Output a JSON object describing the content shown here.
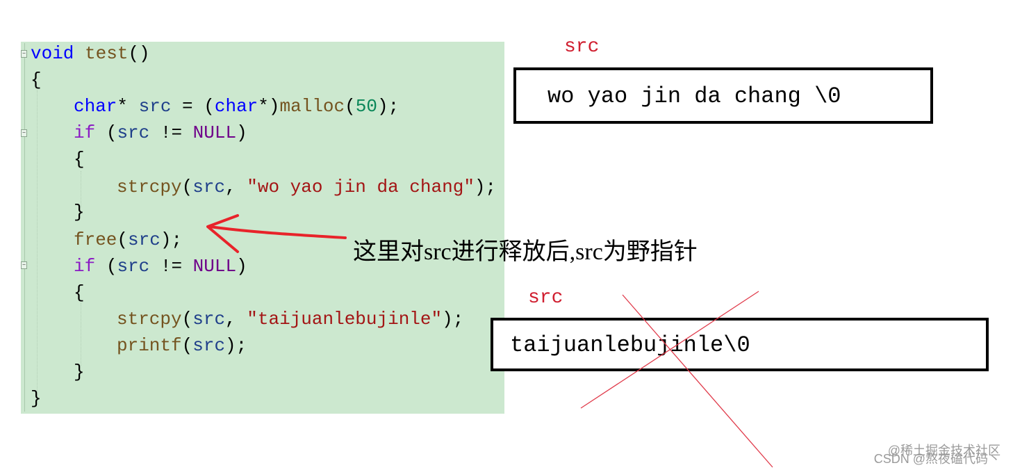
{
  "code": {
    "lines": [
      {
        "parts": [
          {
            "t": "void",
            "c": "kw"
          },
          {
            "t": " "
          },
          {
            "t": "test",
            "c": "fn"
          },
          {
            "t": "()"
          }
        ]
      },
      {
        "parts": [
          {
            "t": "{"
          }
        ]
      },
      {
        "parts": [
          {
            "t": "char",
            "c": "kw"
          },
          {
            "t": "* "
          },
          {
            "t": "src",
            "c": "id"
          },
          {
            "t": " = ("
          },
          {
            "t": "char",
            "c": "kw"
          },
          {
            "t": "*)"
          },
          {
            "t": "malloc",
            "c": "fn"
          },
          {
            "t": "("
          },
          {
            "t": "50",
            "c": "num"
          },
          {
            "t": ");"
          }
        ]
      },
      {
        "parts": [
          {
            "t": "if",
            "c": "kwp"
          },
          {
            "t": " ("
          },
          {
            "t": "src",
            "c": "id"
          },
          {
            "t": " != "
          },
          {
            "t": "NULL",
            "c": "mac"
          },
          {
            "t": ")"
          }
        ]
      },
      {
        "parts": [
          {
            "t": "{"
          }
        ]
      },
      {
        "parts": [
          {
            "t": "strcpy",
            "c": "fn"
          },
          {
            "t": "("
          },
          {
            "t": "src",
            "c": "id"
          },
          {
            "t": ", "
          },
          {
            "t": "\"wo yao jin da chang\"",
            "c": "str"
          },
          {
            "t": ");"
          }
        ]
      },
      {
        "parts": [
          {
            "t": "}"
          }
        ]
      },
      {
        "parts": [
          {
            "t": "free",
            "c": "fn"
          },
          {
            "t": "("
          },
          {
            "t": "src",
            "c": "id"
          },
          {
            "t": ");"
          }
        ]
      },
      {
        "parts": [
          {
            "t": "if",
            "c": "kwp"
          },
          {
            "t": " ("
          },
          {
            "t": "src",
            "c": "id"
          },
          {
            "t": " != "
          },
          {
            "t": "NULL",
            "c": "mac"
          },
          {
            "t": ")"
          }
        ]
      },
      {
        "parts": [
          {
            "t": "{"
          }
        ]
      },
      {
        "parts": [
          {
            "t": "strcpy",
            "c": "fn"
          },
          {
            "t": "("
          },
          {
            "t": "src",
            "c": "id"
          },
          {
            "t": ", "
          },
          {
            "t": "\"taijuanlebujinle\"",
            "c": "str"
          },
          {
            "t": ");"
          }
        ]
      },
      {
        "parts": [
          {
            "t": "printf",
            "c": "fn"
          },
          {
            "t": "("
          },
          {
            "t": "src",
            "c": "id"
          },
          {
            "t": ");"
          }
        ]
      },
      {
        "parts": [
          {
            "t": "}"
          }
        ]
      },
      {
        "parts": [
          {
            "t": "}"
          }
        ]
      }
    ]
  },
  "diagram": {
    "top_label": "src",
    "top_box_text": "wo yao jin da chang \\0",
    "bottom_label": "src",
    "bottom_box_text": "taijuanlebujinle\\0",
    "annotation": "这里对src进行释放后,src为野指针"
  },
  "watermark": {
    "line1": "@稀土掘金技术社区",
    "line2": "CSDN @熬夜磕代码丶"
  },
  "colors": {
    "code_background": "#cce8cf",
    "arrow_red": "#e8232a",
    "label_red": "#d01f30",
    "cross_red": "#e03a4a"
  }
}
